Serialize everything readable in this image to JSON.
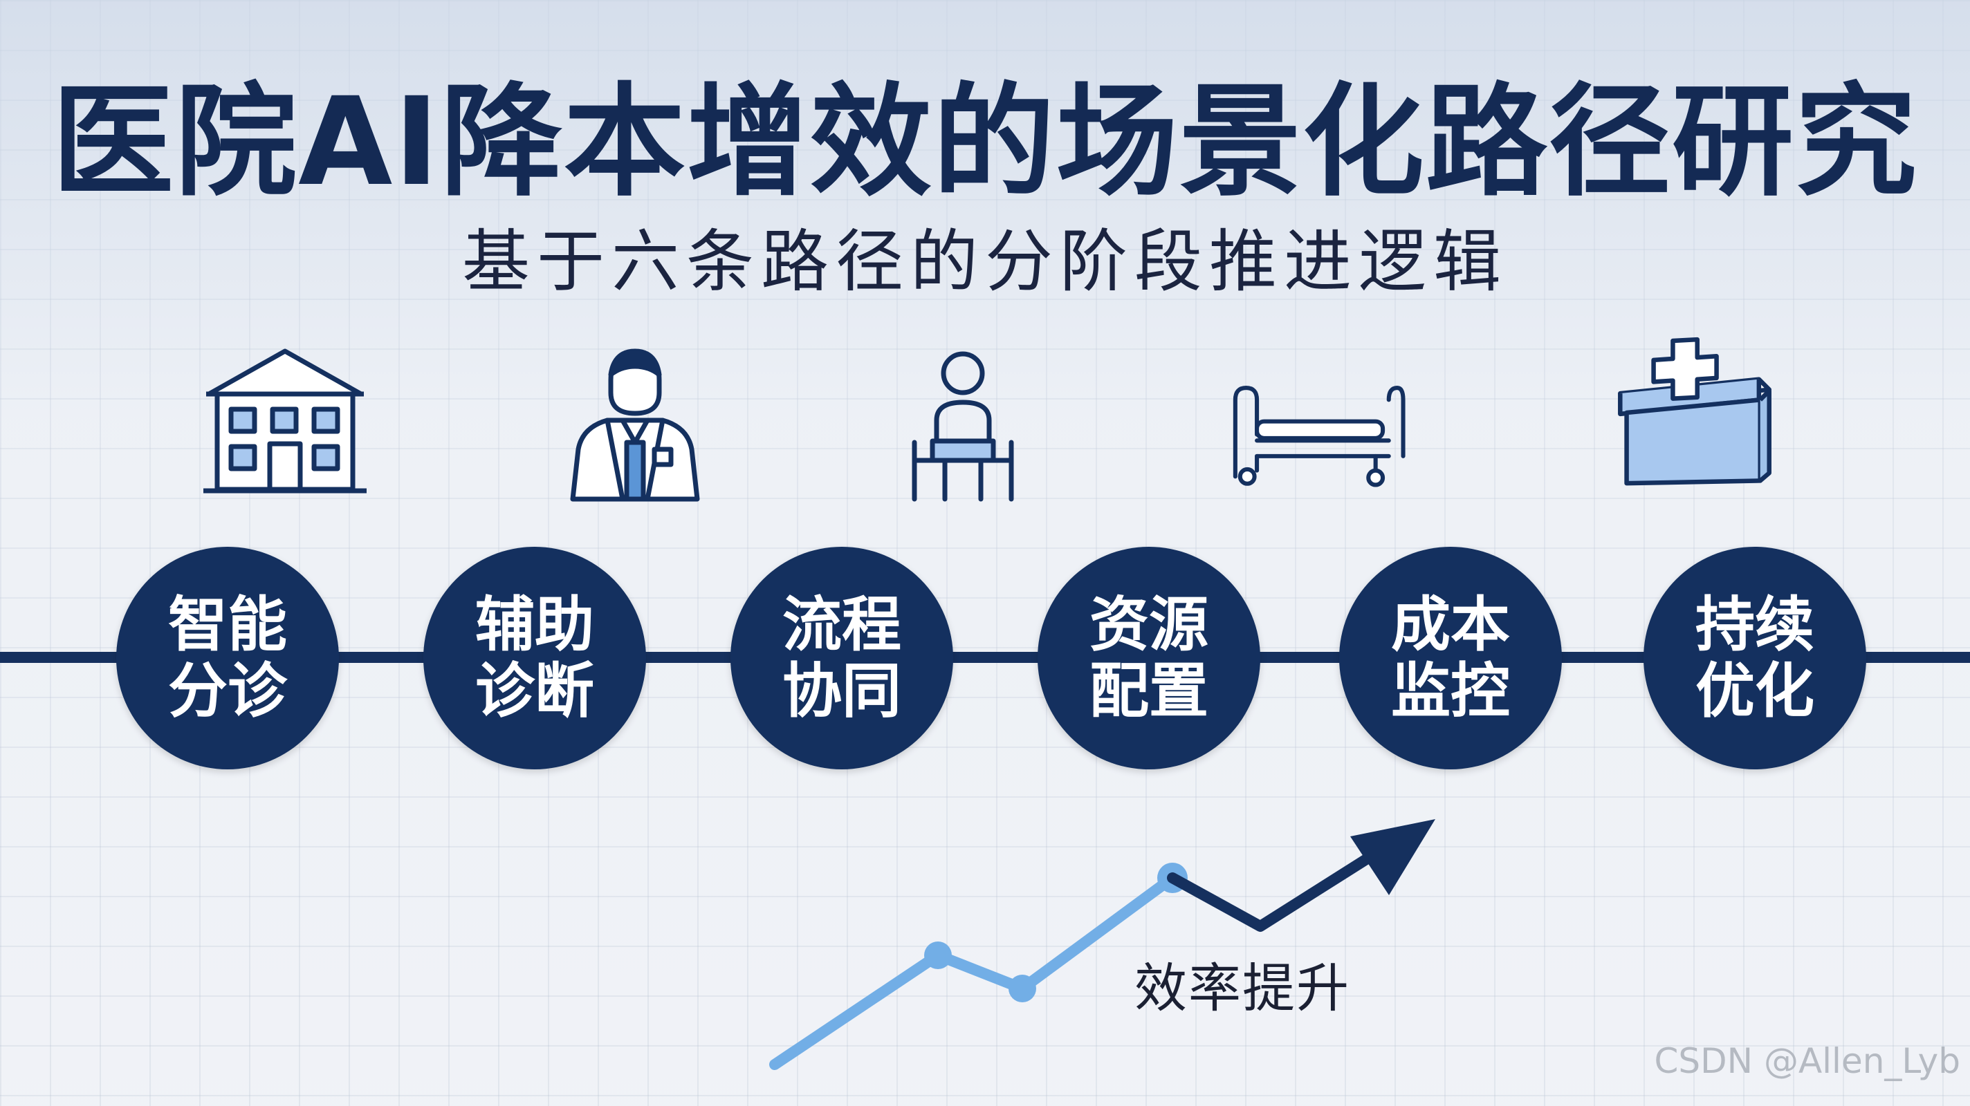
{
  "title": "医院AI降本增效的场景化路径研究",
  "subtitle": "基于六条路径的分阶段推进逻辑",
  "icons": [
    {
      "name": "hospital-building-icon"
    },
    {
      "name": "doctor-icon"
    },
    {
      "name": "patient-seated-icon"
    },
    {
      "name": "hospital-bed-icon"
    },
    {
      "name": "medical-supply-box-icon"
    }
  ],
  "steps": [
    {
      "label": "智能分诊"
    },
    {
      "label": "辅助诊断"
    },
    {
      "label": "流程协同"
    },
    {
      "label": "资源配置"
    },
    {
      "label": "成本监控"
    },
    {
      "label": "持续优化"
    }
  ],
  "trend": {
    "label": "效率提升",
    "light_color": "#72aee6",
    "dark_color": "#15305e"
  },
  "watermark": "CSDN @Allen_Lyb",
  "colors": {
    "navy": "#14305f",
    "accent_light": "#a8c8ef",
    "background": "#eef1f6"
  }
}
